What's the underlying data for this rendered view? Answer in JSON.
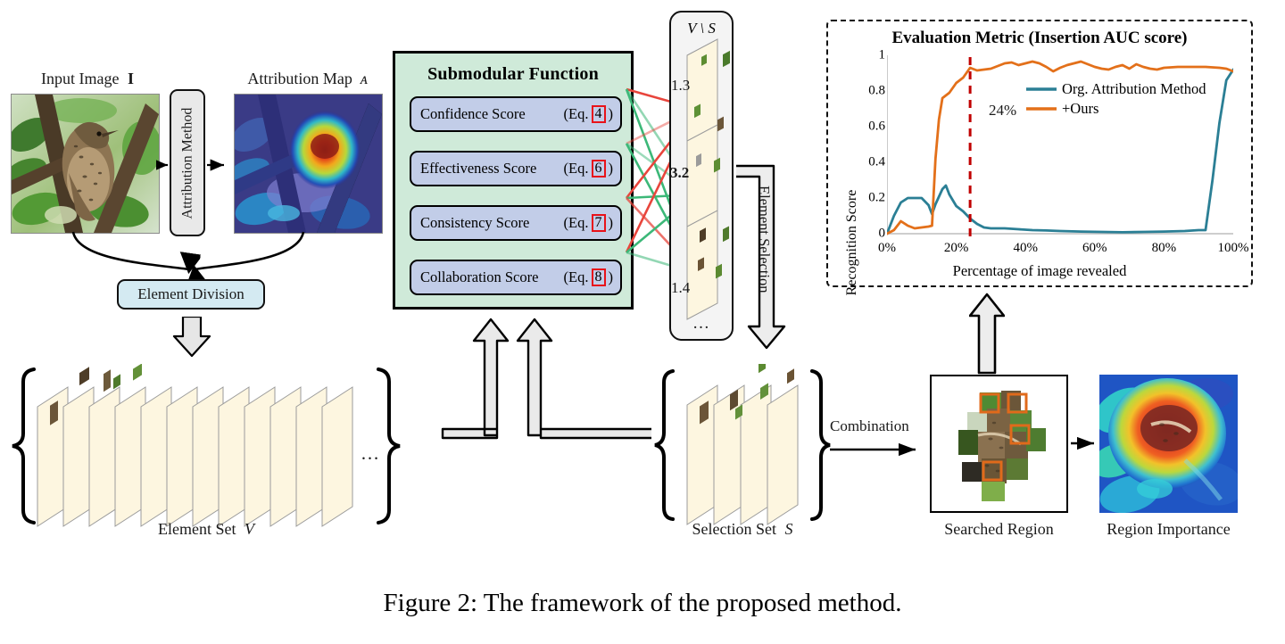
{
  "figure": {
    "caption": "Figure 2: The framework of the proposed method."
  },
  "pipeline": {
    "input_image_label": "Input Image",
    "input_image_symbol": "I",
    "attribution_map_label": "Attribution Map",
    "attribution_map_symbol": "ᴀ",
    "attribution_method_label": "Attribution Method",
    "element_division_label": "Element Division",
    "element_set_label": "Element Set",
    "element_set_symbol": "V",
    "element_set_ellipsis": "…",
    "selection_set_label": "Selection Set",
    "selection_set_symbol": "S",
    "element_selection_label": "Element Selection",
    "combination_label": "Combination",
    "searched_region_label": "Searched Region",
    "region_importance_label": "Region Importance"
  },
  "submodular": {
    "title": "Submodular Function",
    "scores": [
      {
        "name": "Confidence Score",
        "eq_prefix": "(Eq.",
        "eq_num": "4",
        "eq_suffix": ")"
      },
      {
        "name": "Effectiveness Score",
        "eq_prefix": "(Eq.",
        "eq_num": "6",
        "eq_suffix": ")"
      },
      {
        "name": "Consistency Score",
        "eq_prefix": "(Eq.",
        "eq_num": "7",
        "eq_suffix": ")"
      },
      {
        "name": "Collaboration Score",
        "eq_prefix": "(Eq.",
        "eq_num": "8",
        "eq_suffix": ")"
      }
    ],
    "eq_box_color": "#e8121a",
    "panel_color": "#cfead9",
    "score_color": "#c2cde8"
  },
  "candidate_set": {
    "title": "V \\ S",
    "ellipsis": "…",
    "gains": [
      "1.3",
      "3.2",
      "1.4"
    ],
    "best_gain_index": 1,
    "edge_colors": {
      "positive": "#3cb878",
      "negative": "#e8453c"
    }
  },
  "chart_data": {
    "type": "line",
    "title": "Evaluation Metric (Insertion AUC score)",
    "xlabel": "Percentage of image revealed",
    "ylabel": "Recognition Score",
    "xlim": [
      0,
      100
    ],
    "ylim": [
      0,
      1
    ],
    "xticks": [
      "0%",
      "20%",
      "40%",
      "60%",
      "80%",
      "100%"
    ],
    "xtick_values": [
      0,
      20,
      40,
      60,
      80,
      100
    ],
    "yticks": [
      "0",
      "0.2",
      "0.4",
      "0.6",
      "0.8",
      "1"
    ],
    "ytick_values": [
      0,
      0.2,
      0.4,
      0.6,
      0.8,
      1
    ],
    "grid": false,
    "legend_position": "upper right",
    "annotation": {
      "label": "24%",
      "x": 24,
      "style": "red dashed vertical line",
      "color": "#c00000"
    },
    "series": [
      {
        "name": "Org. Attribution Method",
        "color": "#2b7f95",
        "x": [
          0,
          2,
          4,
          6,
          8,
          10,
          12,
          13,
          14,
          16,
          17,
          18,
          20,
          22,
          24,
          26,
          28,
          30,
          34,
          38,
          42,
          46,
          50,
          56,
          62,
          68,
          74,
          80,
          86,
          90,
          92,
          94,
          96,
          98,
          100
        ],
        "y": [
          0.0,
          0.1,
          0.175,
          0.2,
          0.2,
          0.2,
          0.16,
          0.11,
          0.165,
          0.25,
          0.27,
          0.22,
          0.155,
          0.125,
          0.085,
          0.055,
          0.035,
          0.03,
          0.03,
          0.025,
          0.02,
          0.018,
          0.015,
          0.012,
          0.01,
          0.008,
          0.01,
          0.012,
          0.015,
          0.02,
          0.02,
          0.3,
          0.62,
          0.86,
          0.92
        ]
      },
      {
        "name": "+Ours",
        "color": "#e3701a",
        "x": [
          0,
          2,
          4,
          6,
          8,
          10,
          12,
          13,
          14,
          15,
          16,
          18,
          20,
          22,
          24,
          26,
          28,
          30,
          32,
          34,
          36,
          38,
          40,
          42,
          44,
          46,
          48,
          50,
          52,
          54,
          56,
          58,
          60,
          62,
          64,
          66,
          68,
          70,
          72,
          74,
          76,
          78,
          80,
          84,
          88,
          92,
          96,
          98,
          100
        ],
        "y": [
          0.0,
          0.02,
          0.07,
          0.045,
          0.03,
          0.035,
          0.04,
          0.045,
          0.42,
          0.64,
          0.76,
          0.79,
          0.845,
          0.875,
          0.93,
          0.915,
          0.92,
          0.925,
          0.94,
          0.955,
          0.96,
          0.945,
          0.955,
          0.965,
          0.955,
          0.935,
          0.91,
          0.93,
          0.945,
          0.955,
          0.965,
          0.95,
          0.935,
          0.925,
          0.92,
          0.935,
          0.945,
          0.925,
          0.95,
          0.935,
          0.925,
          0.92,
          0.93,
          0.935,
          0.935,
          0.935,
          0.93,
          0.925,
          0.91
        ]
      }
    ]
  }
}
